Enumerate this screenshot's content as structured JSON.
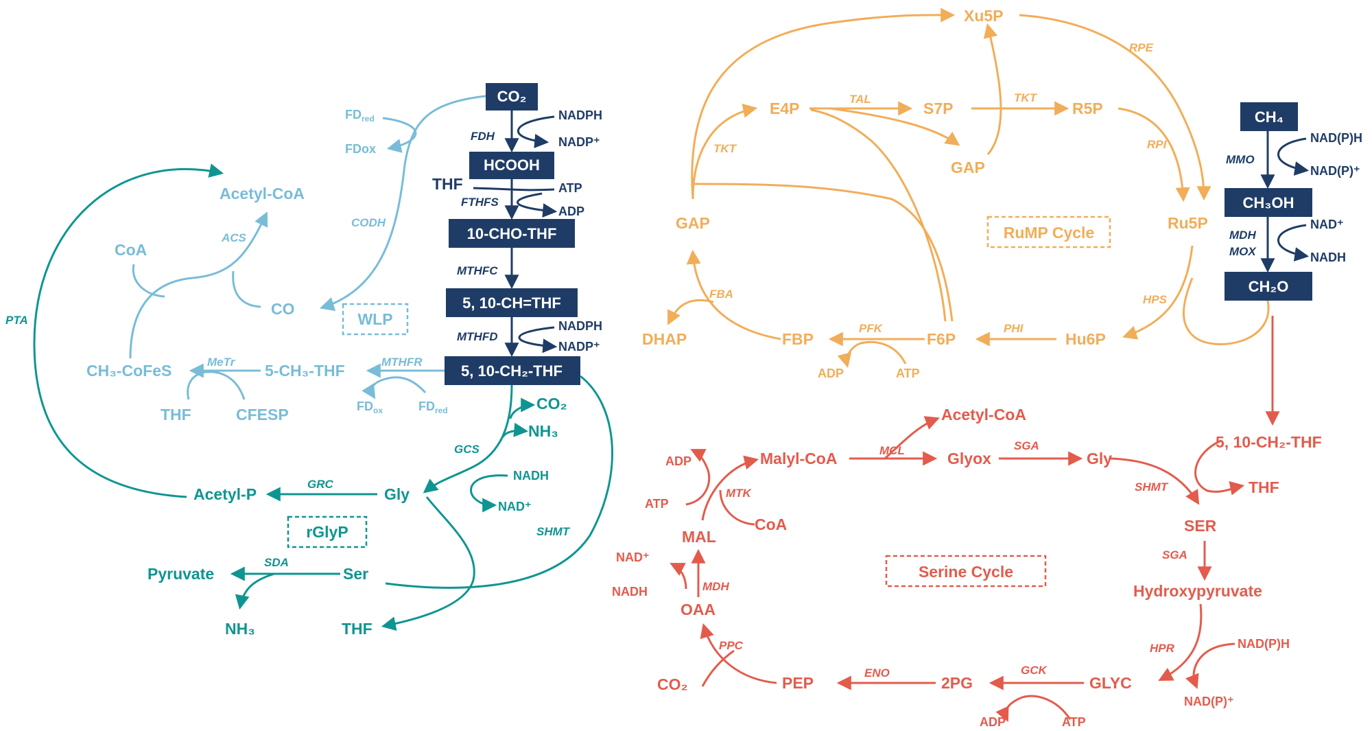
{
  "colors": {
    "navy": "#1f3c66",
    "lightblue": "#78bcd8",
    "teal": "#0e9591",
    "orange": "#f2ad58",
    "red": "#e35b4c"
  },
  "core": {
    "co2": "CO₂",
    "hcooh": "HCOOH",
    "cho_thf": "10-CHO-THF",
    "ch_thf": "5, 10-CH=THF",
    "ch2_thf": "5, 10-CH₂-THF",
    "nadph1": "NADPH",
    "nadp1": "NADP⁺",
    "thf": "THF",
    "atp": "ATP",
    "adp": "ADP",
    "nadph2": "NADPH",
    "nadp2": "NADP⁺",
    "fdh": "FDH",
    "fthfs": "FTHFS",
    "mthfc": "MTHFC",
    "mthfd": "MTHFD"
  },
  "wlp": {
    "fd_red": "FD",
    "fd_red_sub": "red",
    "fdox": "FDox",
    "acetyl_coa": "Acetyl-CoA",
    "coa": "CoA",
    "co": "CO",
    "codh": "CODH",
    "acs": "ACS",
    "ch3_cofes": "CH₃-CoFeS",
    "metr": "MeTr",
    "ch3_thf": "5-CH₃-THF",
    "mthfr": "MTHFR",
    "thf": "THF",
    "cfesp": "CFESP",
    "fd_ox": "FD",
    "fd_ox_sub": "ox",
    "fd_red2": "FD",
    "fd_red2_sub": "red",
    "label": "WLP"
  },
  "rglyp": {
    "pta": "PTA",
    "co2": "CO₂",
    "nh3": "NH₃",
    "gcs": "GCS",
    "nadh": "NADH",
    "nad": "NAD⁺",
    "acetyl_p": "Acetyl-P",
    "grc": "GRC",
    "gly": "Gly",
    "label": "rGlyP",
    "shmt": "SHMT",
    "pyruvate": "Pyruvate",
    "sda": "SDA",
    "ser": "Ser",
    "nh3b": "NH₃",
    "thf": "THF"
  },
  "rump": {
    "xu5p": "Xu5P",
    "rpe": "RPE",
    "e4p": "E4P",
    "tal": "TAL",
    "s7p": "S7P",
    "tkt1": "TKT",
    "r5p": "R5P",
    "tkt2": "TKT",
    "gap1": "GAP",
    "rpi": "RPI",
    "gap2": "GAP",
    "label": "RuMP Cycle",
    "ru5p": "Ru5P",
    "hps": "HPS",
    "fba": "FBA",
    "dhap": "DHAP",
    "fbp": "FBP",
    "pfk": "PFK",
    "f6p": "F6P",
    "phi": "PHI",
    "hu6p": "Hu6P",
    "adp": "ADP",
    "atp": "ATP"
  },
  "methane": {
    "ch4": "CH₄",
    "ch3oh": "CH₃OH",
    "ch2o": "CH₂O",
    "mmo": "MMO",
    "nadph": "NAD(P)H",
    "nadp": "NAD(P)⁺",
    "mdh": "MDH",
    "mox": "MOX",
    "nad": "NAD⁺",
    "nadh": "NADH"
  },
  "serine": {
    "acetyl_coa": "Acetyl-CoA",
    "malyl_coa": "Malyl-CoA",
    "mcl": "MCL",
    "glyox": "Glyox",
    "sga1": "SGA",
    "gly": "Gly",
    "ch2_thf": "5, 10-CH₂-THF",
    "thf": "THF",
    "shmt": "SHMT",
    "ser": "SER",
    "sga2": "SGA",
    "hydroxypyruvate": "Hydroxypyruvate",
    "hpr": "HPR",
    "nadph": "NAD(P)H",
    "nadp": "NAD(P)⁺",
    "glyc": "GLYC",
    "gck": "GCK",
    "adp1": "ADP",
    "atp1": "ATP",
    "pg2": "2PG",
    "eno": "ENO",
    "pep": "PEP",
    "ppc": "PPC",
    "co2": "CO₂",
    "oaa": "OAA",
    "mdh": "MDH",
    "nad": "NAD⁺",
    "nadh": "NADH",
    "mal": "MAL",
    "mtk": "MTK",
    "coa": "CoA",
    "adp2": "ADP",
    "atp2": "ATP",
    "label": "Serine Cycle"
  }
}
